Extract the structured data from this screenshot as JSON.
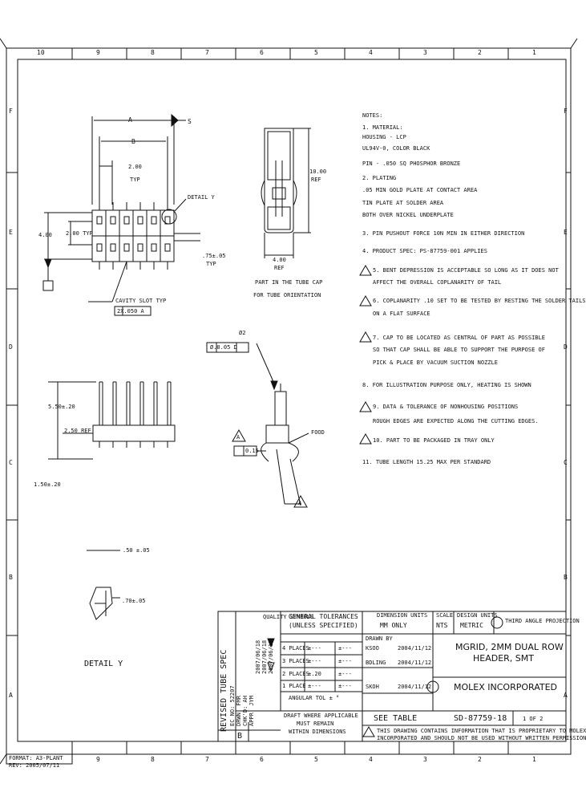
{
  "frame": {
    "cols_top": [
      "10",
      "9",
      "8",
      "7",
      "6",
      "5",
      "4",
      "3",
      "2",
      "1"
    ],
    "cols_bottom": [
      "9",
      "8",
      "7",
      "6",
      "5",
      "4",
      "3",
      "2",
      "1"
    ],
    "rows_left": [
      "F",
      "E",
      "D",
      "C",
      "B",
      "A"
    ],
    "rows_right": [
      "F",
      "E",
      "D",
      "C",
      "B",
      "A"
    ]
  },
  "views": {
    "top": {
      "dim_a": "A",
      "dim_b": "B",
      "dim_s": "S",
      "pitch": "2.00",
      "pitch_typ": "TYP",
      "detail_callout": "DETAIL Y",
      "row_pitch": "4.00",
      "row_pitch_b": "2.00 TYP",
      "side_dim": ".75±.05",
      "side_typ": "TYP",
      "cutout": "CAVITY SLOT TYP",
      "datum_box": "2X.050 A"
    },
    "end": {
      "height": "10.00",
      "height_ref": "REF",
      "width": "4.00",
      "width_ref": "REF",
      "caption_1": "PART IN THE TUBE CAP",
      "caption_2": "FOR TUBE ORIENTATION"
    },
    "side": {
      "dim_overall": "5.50±.20",
      "dim_mid": "2.50 REF",
      "dim_low": "1.50±.20"
    },
    "center": {
      "phi": "Ø2",
      "datum_box": "Ø.0.05 D",
      "flag": "A",
      "tolerance": "0.15",
      "ref_label": "FOOD",
      "note_flag": "A"
    },
    "detail": {
      "dim_top": ".50 ±.05",
      "dim_side": ".70±.05",
      "caption": "DETAIL Y"
    }
  },
  "notes": [
    "NOTES:",
    "1. MATERIAL:",
    "   HOUSING - LCP",
    "             UL94V-0, COLOR BLACK",
    "   PIN - .050 SQ PHOSPHOR BRONZE",
    "2. PLATING",
    "   .05 MIN GOLD PLATE AT CONTACT AREA",
    "   TIN PLATE AT SOLDER AREA",
    "   BOTH OVER NICKEL UNDERPLATE",
    "3. PIN PUSHOUT FORCE 10N MIN IN EITHER DIRECTION",
    "4. PRODUCT SPEC: PS-87759-001 APPLIES",
    "5. BENT DEPRESSION IS ACCEPTABLE SO LONG AS IT DOES NOT",
    "   AFFECT THE OVERALL COPLANARITY OF TAIL",
    "6. COPLANARITY .10 SET TO BE TESTED BY RESTING THE SOLDER TAILS",
    "   ON A FLAT SURFACE",
    "7. CAP TO BE LOCATED AS CENTRAL OF PART AS POSSIBLE",
    "   SO THAT CAP SHALL BE ABLE TO SUPPORT THE PURPOSE OF",
    "   PICK & PLACE BY VACUUM SUCTION NOZZLE",
    "8. FOR ILLUSTRATION PURPOSE ONLY, HEATING IS SHOWN",
    "9. DATA & TOLERANCE OF NONHOUSING POSITIONS",
    "   ROUGH EDGES ARE EXPECTED ALONG THE CUTTING EDGES.",
    "10. PART TO BE PACKAGED IN TRAY ONLY",
    "11. TUBE LENGTH 15.25 MAX PER STANDARD"
  ],
  "revision_block": {
    "title": "REVISED TUBE SPEC",
    "lines": [
      "EC NO: 52207",
      "DRWN: FMR",
      "CHK'D: AH",
      "APPR: JYM",
      "2007/06/18",
      "2007/06/18",
      "2007/06/19"
    ]
  },
  "title_block": {
    "quality_symbols": "QUALITY SYMBOLS",
    "general_tol": "GENERAL TOLERANCES",
    "unless_specified": "(UNLESS SPECIFIED)",
    "dimension_units": "DIMENSION UNITS",
    "units_value": "MM ONLY",
    "scale_label": "SCALE",
    "scale_value": "NTS",
    "design_units_label": "DESIGN UNITS",
    "design_units_value": "METRIC",
    "projection": "THIRD ANGLE PROJECTION",
    "tol_rows": [
      {
        "places": "4 PLACES",
        "a": "±---",
        "b": "±---"
      },
      {
        "places": "3 PLACES",
        "a": "±---",
        "b": "±---"
      },
      {
        "places": "2 PLACES",
        "a": "±.20",
        "b": "±---"
      },
      {
        "places": "1 PLACE",
        "a": "±---",
        "b": "±---"
      }
    ],
    "angular": "ANGULAR TOL ±  °",
    "drwn_by": "DRAWN BY",
    "drwn_name": "KSOO",
    "drwn_date": "2004/11/12",
    "chk_by": "BDLING",
    "chk_date": "2004/11/12",
    "appr_by": "SKOH",
    "appr_date": "2004/11/12",
    "title_1": "MGRID, 2MM DUAL ROW",
    "title_2": "HEADER, SMT",
    "company": "MOLEX INCORPORATED",
    "draft_note_1": "DRAFT WHERE APPLICABLE",
    "draft_note_2": "MUST REMAIN",
    "draft_note_3": "WITHIN DIMENSIONS",
    "material_no": "SEE TABLE",
    "doc_no": "SD-87759-18",
    "sheet": "1 OF 2",
    "size": "B",
    "prop_note_1": "THIS DRAWING CONTAINS INFORMATION THAT IS PROPRIETARY TO MOLEX",
    "prop_note_2": "INCORPORATED AND SHOULD NOT BE USED WITHOUT WRITTEN PERMISSION"
  },
  "file_info": {
    "line_1": "FORMAT: A3-PLANT",
    "line_2": "REV: 2005/07/11"
  },
  "colors": {
    "ink": "#111111",
    "paper": "#ffffff"
  }
}
